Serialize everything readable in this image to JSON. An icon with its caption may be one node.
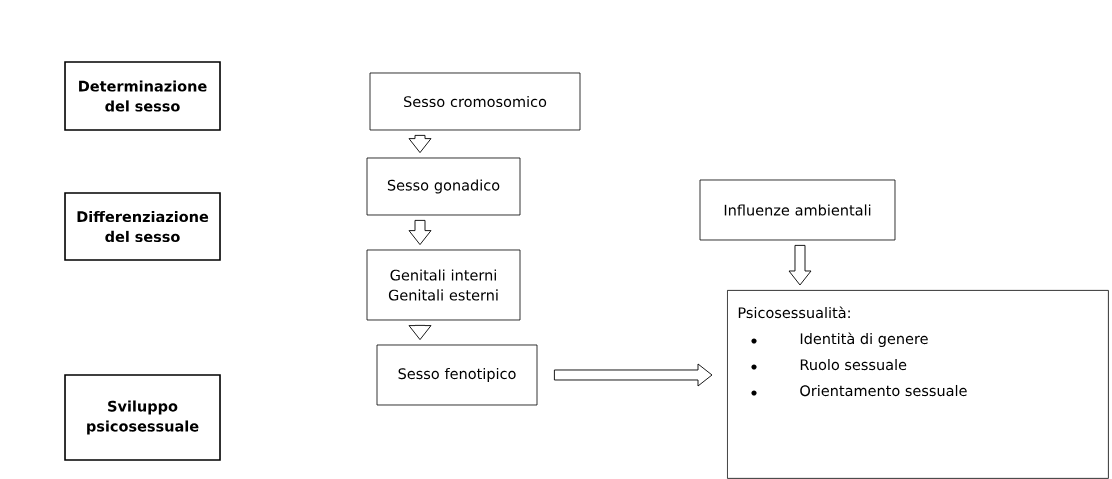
{
  "diagram": {
    "nodes": [
      {
        "text": [
          "Determinazione del sesso"
        ]
      },
      {
        "text": [
          "Sesso cromosomico"
        ]
      },
      {
        "text": [
          "Sesso gonadico"
        ]
      },
      {
        "text": [
          "Differenziazione del sesso"
        ]
      },
      {
        "text": [
          "Genitali interni",
          "Genitali esterni"
        ]
      },
      {
        "text": [
          "Influenze ambientali"
        ]
      },
      {
        "text": [
          "Sesso fenotipico"
        ]
      },
      {
        "text": [
          "Sviluppo psicosessuale"
        ]
      },
      {
        "text": [
          "Psicosessualità:",
          "Identità di genere",
          "Ruolo sessuale",
          "Orientamento sessuale"
        ]
      }
    ],
    "edges": [
      {
        "from": 1,
        "to": 2,
        "arrow": "to"
      },
      {
        "from": 2,
        "to": 4,
        "arrow": "to"
      },
      {
        "from": 4,
        "to": 6,
        "arrow": "to"
      },
      {
        "from": 5,
        "to": 8,
        "arrow": "to"
      },
      {
        "from": 6,
        "to": 8,
        "arrow": "to"
      }
    ]
  }
}
